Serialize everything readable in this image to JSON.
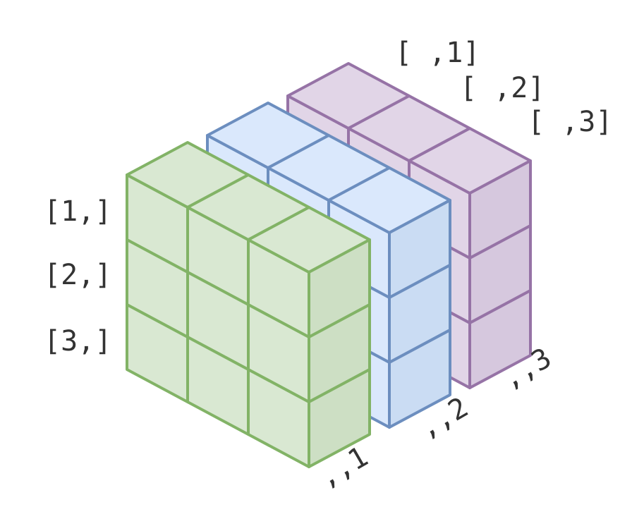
{
  "diagram": {
    "row_labels": [
      "[1,]",
      "[2,]",
      "[3,]"
    ],
    "column_labels": [
      "[ ,1]",
      "[ ,2]",
      "[ ,3]"
    ],
    "slice_labels": [
      ",,1",
      ",,2",
      ",,3"
    ],
    "slices": [
      {
        "label": ",,1",
        "fill": "#d9e8d2",
        "fill_dark": "#cddfc4",
        "stroke": "#82b366"
      },
      {
        "label": ",,2",
        "fill": "#dae8fc",
        "fill_dark": "#cadcf3",
        "stroke": "#6c8ebf"
      },
      {
        "label": ",,3",
        "fill": "#e1d5e7",
        "fill_dark": "#d6c8de",
        "stroke": "#9673a6"
      }
    ],
    "grid": {
      "rows": 3,
      "cols": 3,
      "slices": 3
    }
  }
}
